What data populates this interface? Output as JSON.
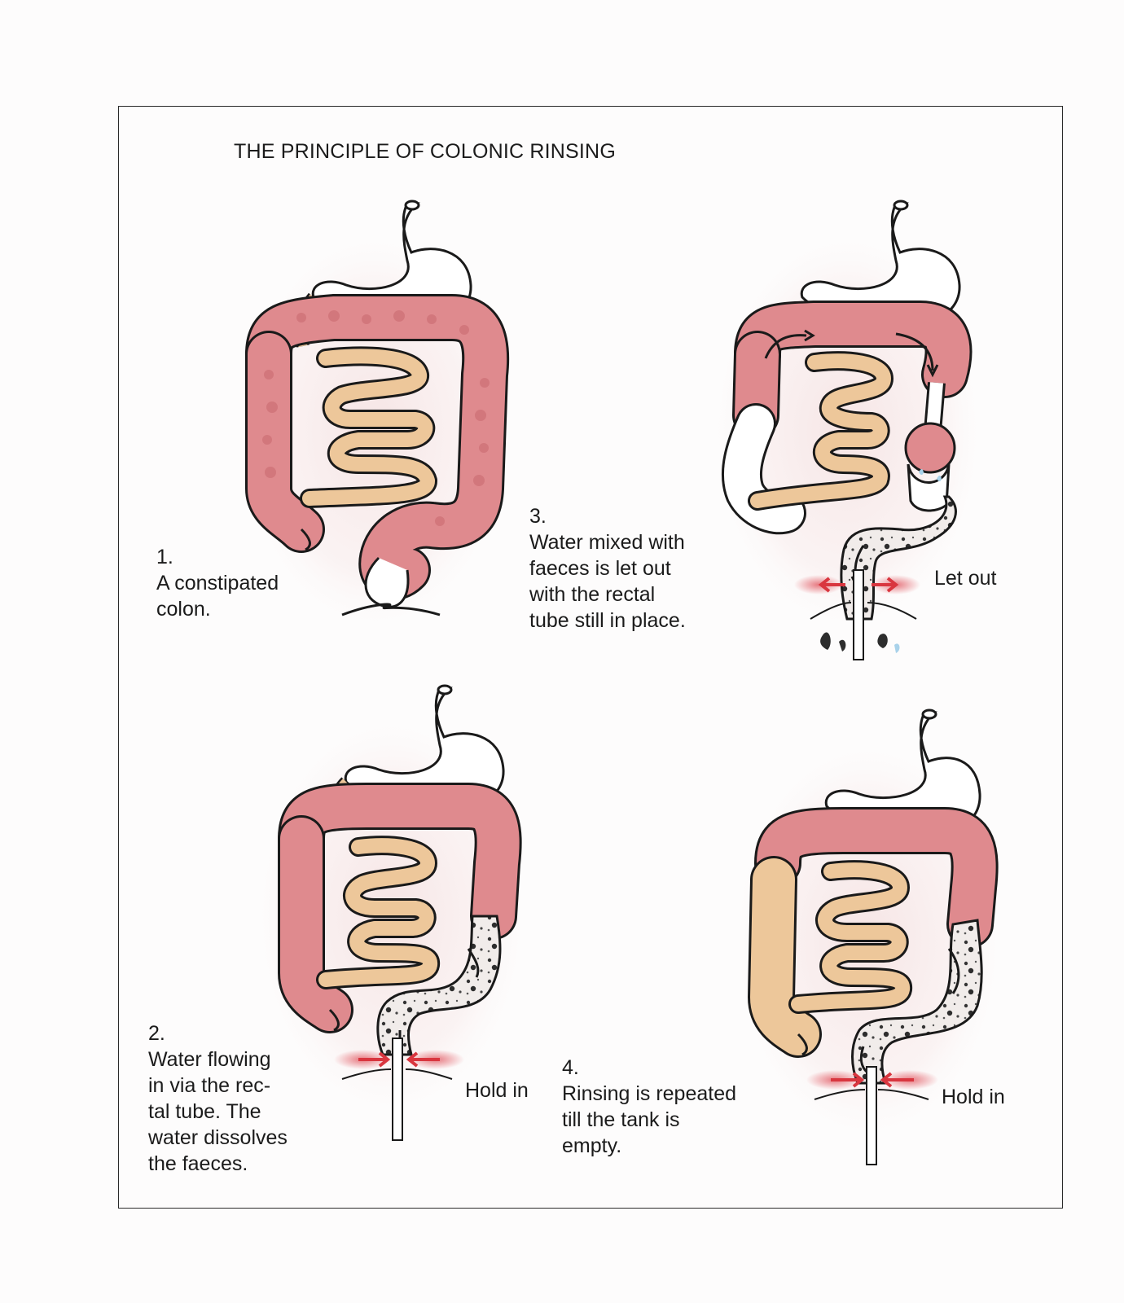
{
  "title": "THE PRINCIPLE OF COLONIC RINSING",
  "panels": [
    {
      "number": "1.",
      "caption_lines": [
        "A constipated",
        "colon."
      ],
      "tag": ""
    },
    {
      "number": "2.",
      "caption_lines": [
        "Water flowing",
        "in via the rec-",
        "tal tube. The",
        "water dissolves",
        "the faeces."
      ],
      "tag": "Hold in"
    },
    {
      "number": "3.",
      "caption_lines": [
        "Water mixed with",
        "faeces is let out",
        "with the rectal",
        "tube still in place."
      ],
      "tag": "Let out"
    },
    {
      "number": "4.",
      "caption_lines": [
        "Rinsing is repeated",
        "till the tank is",
        "empty."
      ],
      "tag": "Hold in"
    }
  ],
  "colors": {
    "colon_pink": "#df8a8e",
    "colon_dark": "#c9686e",
    "small_intestine": "#edc79a",
    "water_speckle": "#e9e4e0",
    "arrow_red": "#d9363f",
    "halo": "#f7e7e7",
    "water_blue": "#a9d2ea"
  }
}
